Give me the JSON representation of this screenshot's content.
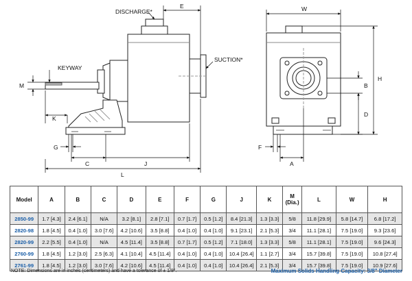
{
  "drawing": {
    "labels": {
      "discharge": "DISCHARGE*",
      "suction": "SUCTION*",
      "keyway": "KEYWAY",
      "e": "E",
      "w": "W",
      "m": "M",
      "k": "K",
      "g": "G",
      "c": "C",
      "j": "J",
      "l": "L",
      "b": "B",
      "h": "H",
      "d": "D",
      "f": "F",
      "a": "A"
    }
  },
  "table": {
    "headers": {
      "model": "Model",
      "a": "A",
      "b": "B",
      "c": "C",
      "d": "D",
      "e": "E",
      "f": "F",
      "g": "G",
      "j": "J",
      "k": "K",
      "m_line1": "M",
      "m_line2": "(Dia.)",
      "l": "L",
      "w": "W",
      "h": "H"
    },
    "rows": [
      {
        "model": "2850-99",
        "a": "1.7 [4.3]",
        "b": "2.4 [6.1]",
        "c": "N/A",
        "d": "3.2 [8.1]",
        "e": "2.8 [7.1]",
        "f": "0.7 [1.7]",
        "g": "0.5 [1.2]",
        "j": "8.4 [21.3]",
        "k": "1.3 [3.3]",
        "m": "5/8",
        "l": "11.8 [29.9]",
        "w": "5.8 [14.7]",
        "h": "6.8 [17.2]"
      },
      {
        "model": "2820-98",
        "a": "1.8 [4.5]",
        "b": "0.4 [1.0]",
        "c": "3.0 [7.6]",
        "d": "4.2 [10.6]",
        "e": "3.5 [8.8]",
        "f": "0.4 [1.0]",
        "g": "0.4 [1.0]",
        "j": "9.1 [23.1]",
        "k": "2.1 [5.3]",
        "m": "3/4",
        "l": "11.1 [28.1]",
        "w": "7.5 [19.0]",
        "h": "9.3 [23.6]"
      },
      {
        "model": "2820-99",
        "a": "2.2 [5.5]",
        "b": "0.4 [1.0]",
        "c": "N/A",
        "d": "4.5 [11.4]",
        "e": "3.5 [8.8]",
        "f": "0.7 [1.7]",
        "g": "0.5 [1.2]",
        "j": "7.1 [18.0]",
        "k": "1.3 [3.3]",
        "m": "5/8",
        "l": "11.1 [28.1]",
        "w": "7.5 [19.0]",
        "h": "9.6 [24.3]"
      },
      {
        "model": "2760-99",
        "a": "1.8 [4.5]",
        "b": "1.2 [3.0]",
        "c": "2.5 [6.3]",
        "d": "4.1 [10.4]",
        "e": "4.5 [11.4]",
        "f": "0.4 [1.0]",
        "g": "0.4 [1.0]",
        "j": "10.4 [26.4]",
        "k": "1.1 [2.7]",
        "m": "3/4",
        "l": "15.7 [39.8]",
        "w": "7.5 [19.0]",
        "h": "10.8 [27.4]"
      },
      {
        "model": "2761-99",
        "a": "1.8 [4.5]",
        "b": "1.2 [3.0]",
        "c": "3.0 [7.6]",
        "d": "4.2 [10.6]",
        "e": "4.5 [11.4]",
        "f": "0.4 [1.0]",
        "g": "0.4 [1.0]",
        "j": "10.4 [26.4]",
        "k": "2.1 [5.3]",
        "m": "3/4",
        "l": "15.7 [39.8]",
        "w": "7.5 [19.0]",
        "h": "10.9 [27.6]"
      }
    ]
  },
  "footnote": "NOTE: Dimensions are in inches (centimeters) and have a tolerance of ± 1/8\".",
  "capacity_note": "Maximum Solids Handling Capacity: 3/8\" Diameter"
}
